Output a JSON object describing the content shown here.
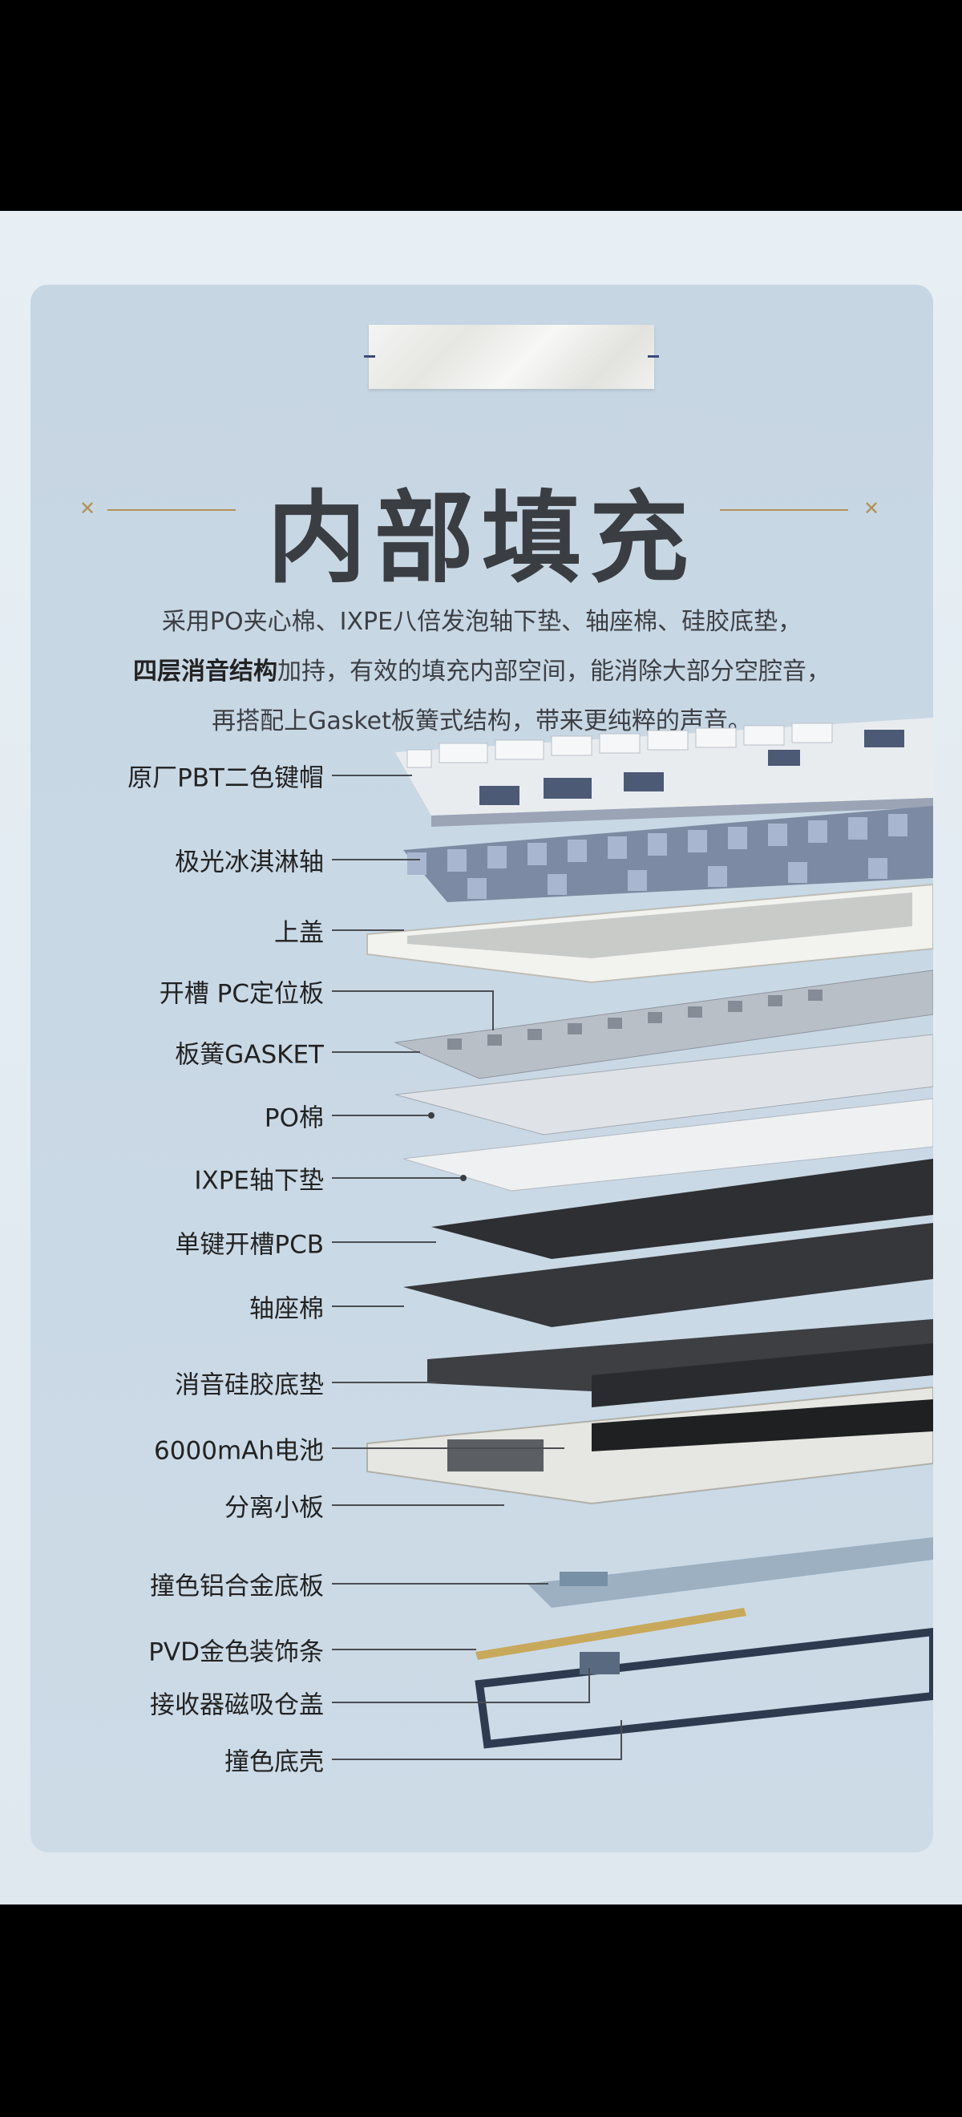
{
  "title": "内部填充",
  "description": {
    "line1": "采用PO夹心棉、IXPE八倍发泡轴下垫、轴座棉、硅胶底垫，",
    "line2_bold": "四层消音结构",
    "line2_rest": "加持，有效的填充内部空间，能消除大部分空腔音，",
    "line3": "再搭配上Gasket板簧式结构，带来更纯粹的声音。"
  },
  "layers": [
    {
      "id": "keycaps",
      "label": "原厂PBT二色键帽"
    },
    {
      "id": "switches",
      "label": "极光冰淇淋轴"
    },
    {
      "id": "top-case",
      "label": "上盖"
    },
    {
      "id": "plate",
      "label": "开槽 PC定位板"
    },
    {
      "id": "gasket",
      "label": "板簧GASKET"
    },
    {
      "id": "po-foam",
      "label": "PO棉"
    },
    {
      "id": "ixpe",
      "label": "IXPE轴下垫"
    },
    {
      "id": "pcb",
      "label": "单键开槽PCB"
    },
    {
      "id": "switch-foam",
      "label": "轴座棉"
    },
    {
      "id": "silicone",
      "label": "消音硅胶底垫"
    },
    {
      "id": "battery",
      "label": "6000mAh电池"
    },
    {
      "id": "daughterboard",
      "label": "分离小板"
    },
    {
      "id": "alu-plate",
      "label": "撞色铝合金底板"
    },
    {
      "id": "pvd-strip",
      "label": "PVD金色装饰条"
    },
    {
      "id": "receiver-cover",
      "label": "接收器磁吸仓盖"
    },
    {
      "id": "bottom-case",
      "label": "撞色底壳"
    }
  ],
  "colors": {
    "accent_gold": "#b39055",
    "card_bg": "#c9d8e5",
    "text": "#222222"
  }
}
